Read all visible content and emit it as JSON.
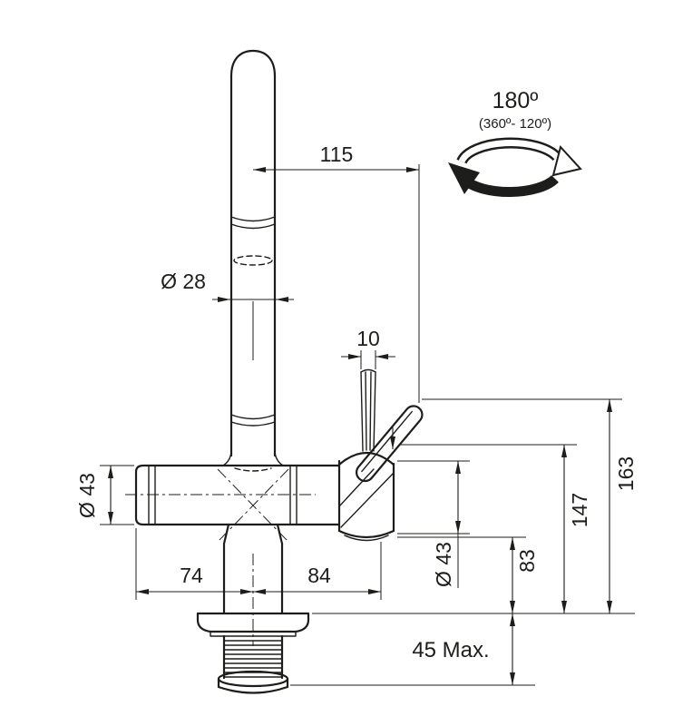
{
  "drawing": {
    "background": "#ffffff",
    "ink_color": "#1d1d1b",
    "rotation": {
      "angle": "180º",
      "range": "(360º- 120º)"
    },
    "dimensions": {
      "spout_reach": "115",
      "spout_diameter": "Ø 28",
      "lever_width": "10",
      "body_diameter": "Ø 43",
      "head_diameter": "Ø 43",
      "outlet_height": "83",
      "body_height": "147",
      "total_height": "163",
      "left_offset": "74",
      "right_offset": "84",
      "deck_thickness_max": "45 Max."
    }
  }
}
